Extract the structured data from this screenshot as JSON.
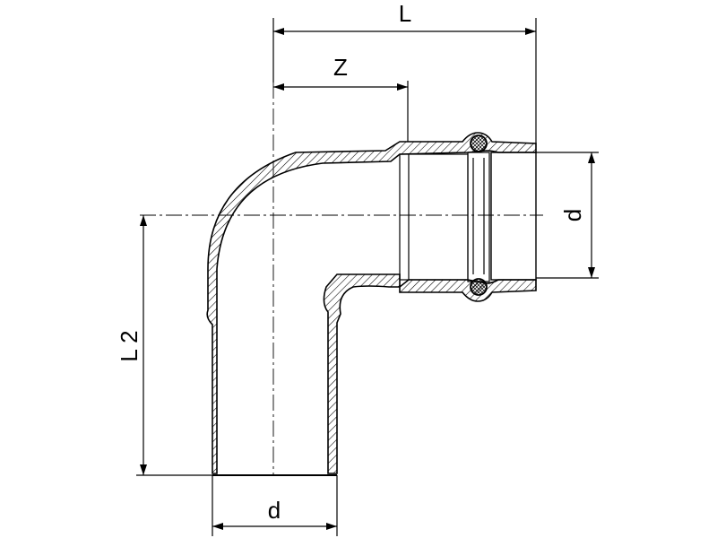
{
  "diagram": {
    "labels": {
      "length": "L",
      "insertion_depth": "Z",
      "diameter_horizontal": "d",
      "diameter_vertical": "d",
      "length_vertical": "L 2"
    },
    "colors": {
      "line": "#000000",
      "background": "#ffffff"
    }
  }
}
